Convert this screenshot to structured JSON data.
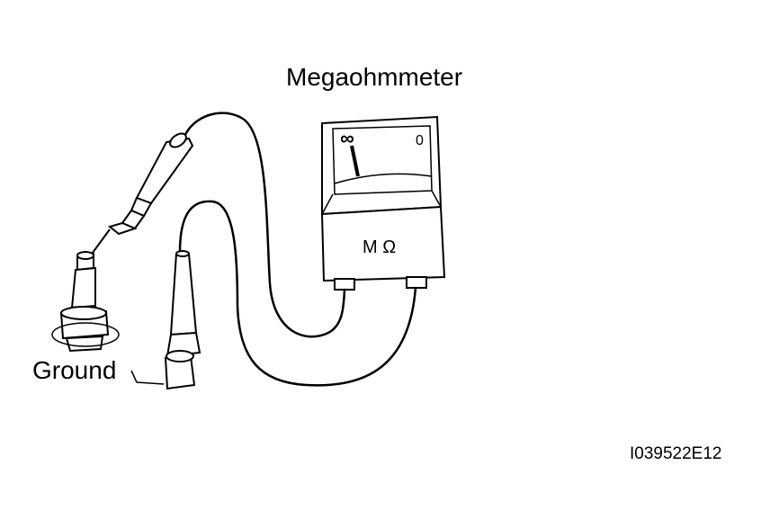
{
  "labels": {
    "instrument": "Megaohmmeter",
    "ground": "Ground",
    "figure_id": "I039522E12"
  },
  "meter": {
    "scale_left": "∞",
    "scale_right": "0",
    "unit": "M Ω"
  },
  "colors": {
    "line": "#000000",
    "background": "#ffffff"
  }
}
